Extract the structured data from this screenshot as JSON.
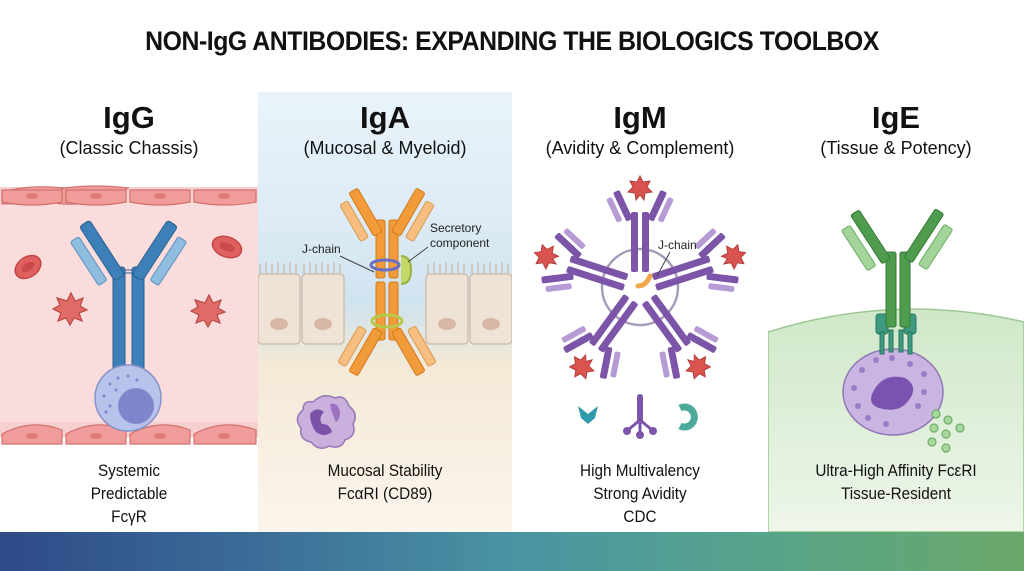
{
  "title": "NON-IgG ANTIBODIES: EXPANDING THE BIOLOGICS TOOLBOX",
  "panels": [
    {
      "name": "IgG",
      "subtitle": "(Classic Chassis)",
      "color": "#3d7fb8",
      "features": [
        "Systemic",
        "Predictable",
        "FcγR"
      ]
    },
    {
      "name": "IgA",
      "subtitle": "(Mucosal & Myeloid)",
      "color": "#f29b3a",
      "labels": {
        "j_chain": "J-chain",
        "secretory_1": "Secretory",
        "secretory_2": "component"
      },
      "features": [
        "Mucosal Stability",
        "FcαRI (CD89)"
      ]
    },
    {
      "name": "IgM",
      "subtitle": "(Avidity & Complement)",
      "color": "#7c55a8",
      "labels": {
        "j_chain": "J-chain"
      },
      "features": [
        "High Multivalency",
        "Strong Avidity",
        "CDC"
      ]
    },
    {
      "name": "IgE",
      "subtitle": "(Tissue & Potency)",
      "color": "#4f9c4f",
      "features": [
        "Ultra-High Affinity FcεRI",
        "Tissue-Resident"
      ]
    }
  ],
  "colors": {
    "igg_blue": "#3d7fb8",
    "iga_orange": "#f29b3a",
    "igm_purple": "#7c55a8",
    "ige_green": "#4f9c4f",
    "antigen_red": "#d9534f",
    "bottom_bar_start": "#2e4a88",
    "bottom_bar_end": "#6aa86a"
  }
}
